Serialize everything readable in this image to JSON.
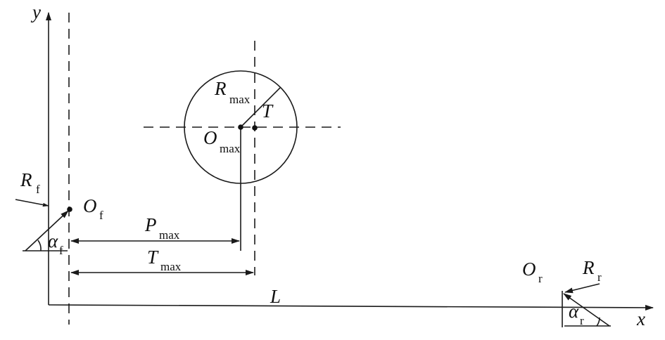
{
  "axes": {
    "x_label": "x",
    "y_label": "y"
  },
  "labels": {
    "R_max": {
      "main": "R",
      "sub": "max"
    },
    "T": {
      "main": "T"
    },
    "O_max": {
      "main": "O",
      "sub": "max"
    },
    "R_f": {
      "main": "R",
      "sub": "f"
    },
    "O_f": {
      "main": "O",
      "sub": "f"
    },
    "alpha_f": {
      "main": "α",
      "sub": "f"
    },
    "P_max": {
      "main": "P",
      "sub": "max"
    },
    "T_max": {
      "main": "T",
      "sub": "max"
    },
    "L": {
      "main": "L"
    },
    "O_r": {
      "main": "O",
      "sub": "r"
    },
    "R_r": {
      "main": "R",
      "sub": "r"
    },
    "alpha_r": {
      "main": "α",
      "sub": "r"
    }
  }
}
